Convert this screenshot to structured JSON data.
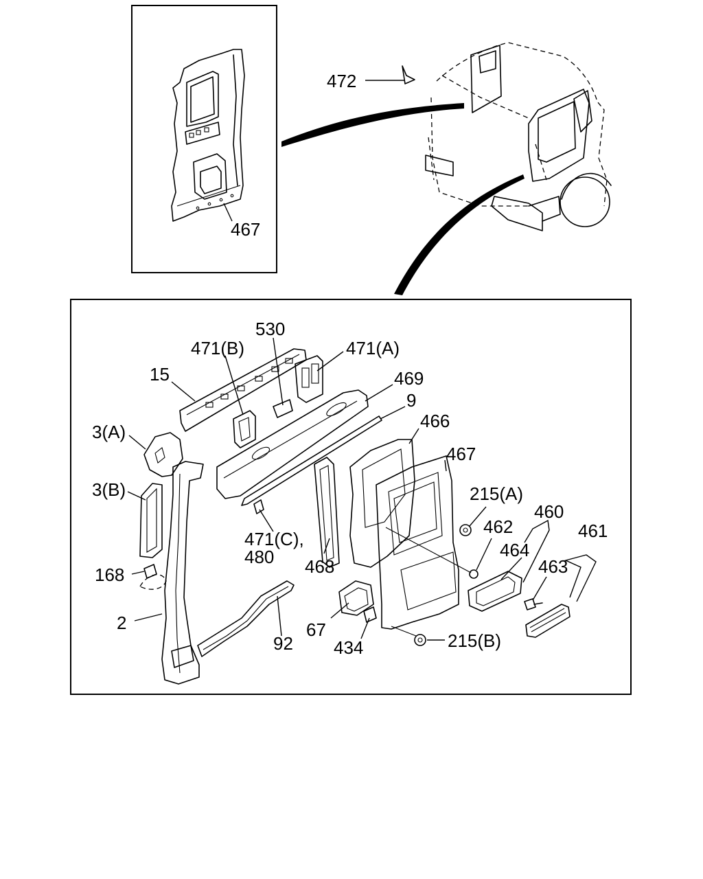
{
  "labels": {
    "l467_top": "467",
    "l472": "472",
    "l530": "530",
    "l471b": "471(B)",
    "l471a": "471(A)",
    "l15": "15",
    "l469": "469",
    "l9": "9",
    "l466": "466",
    "l467": "467",
    "l3a": "3(A)",
    "l3b": "3(B)",
    "l215a": "215(A)",
    "l460": "460",
    "l461": "461",
    "l462": "462",
    "l464": "464",
    "l463": "463",
    "l471c": "471(C),",
    "l480": "480",
    "l168": "168",
    "l468": "468",
    "l2": "2",
    "l67": "67",
    "l92": "92",
    "l434": "434",
    "l215b": "215(B)"
  }
}
